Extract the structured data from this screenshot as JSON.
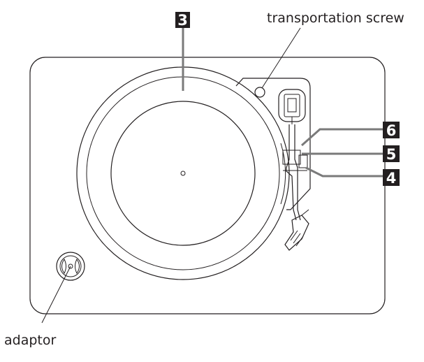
{
  "labels": {
    "transportation_screw": "transportation screw",
    "adaptor": "adaptor"
  },
  "callouts": {
    "c3": "3",
    "c4": "4",
    "c5": "5",
    "c6": "6"
  }
}
